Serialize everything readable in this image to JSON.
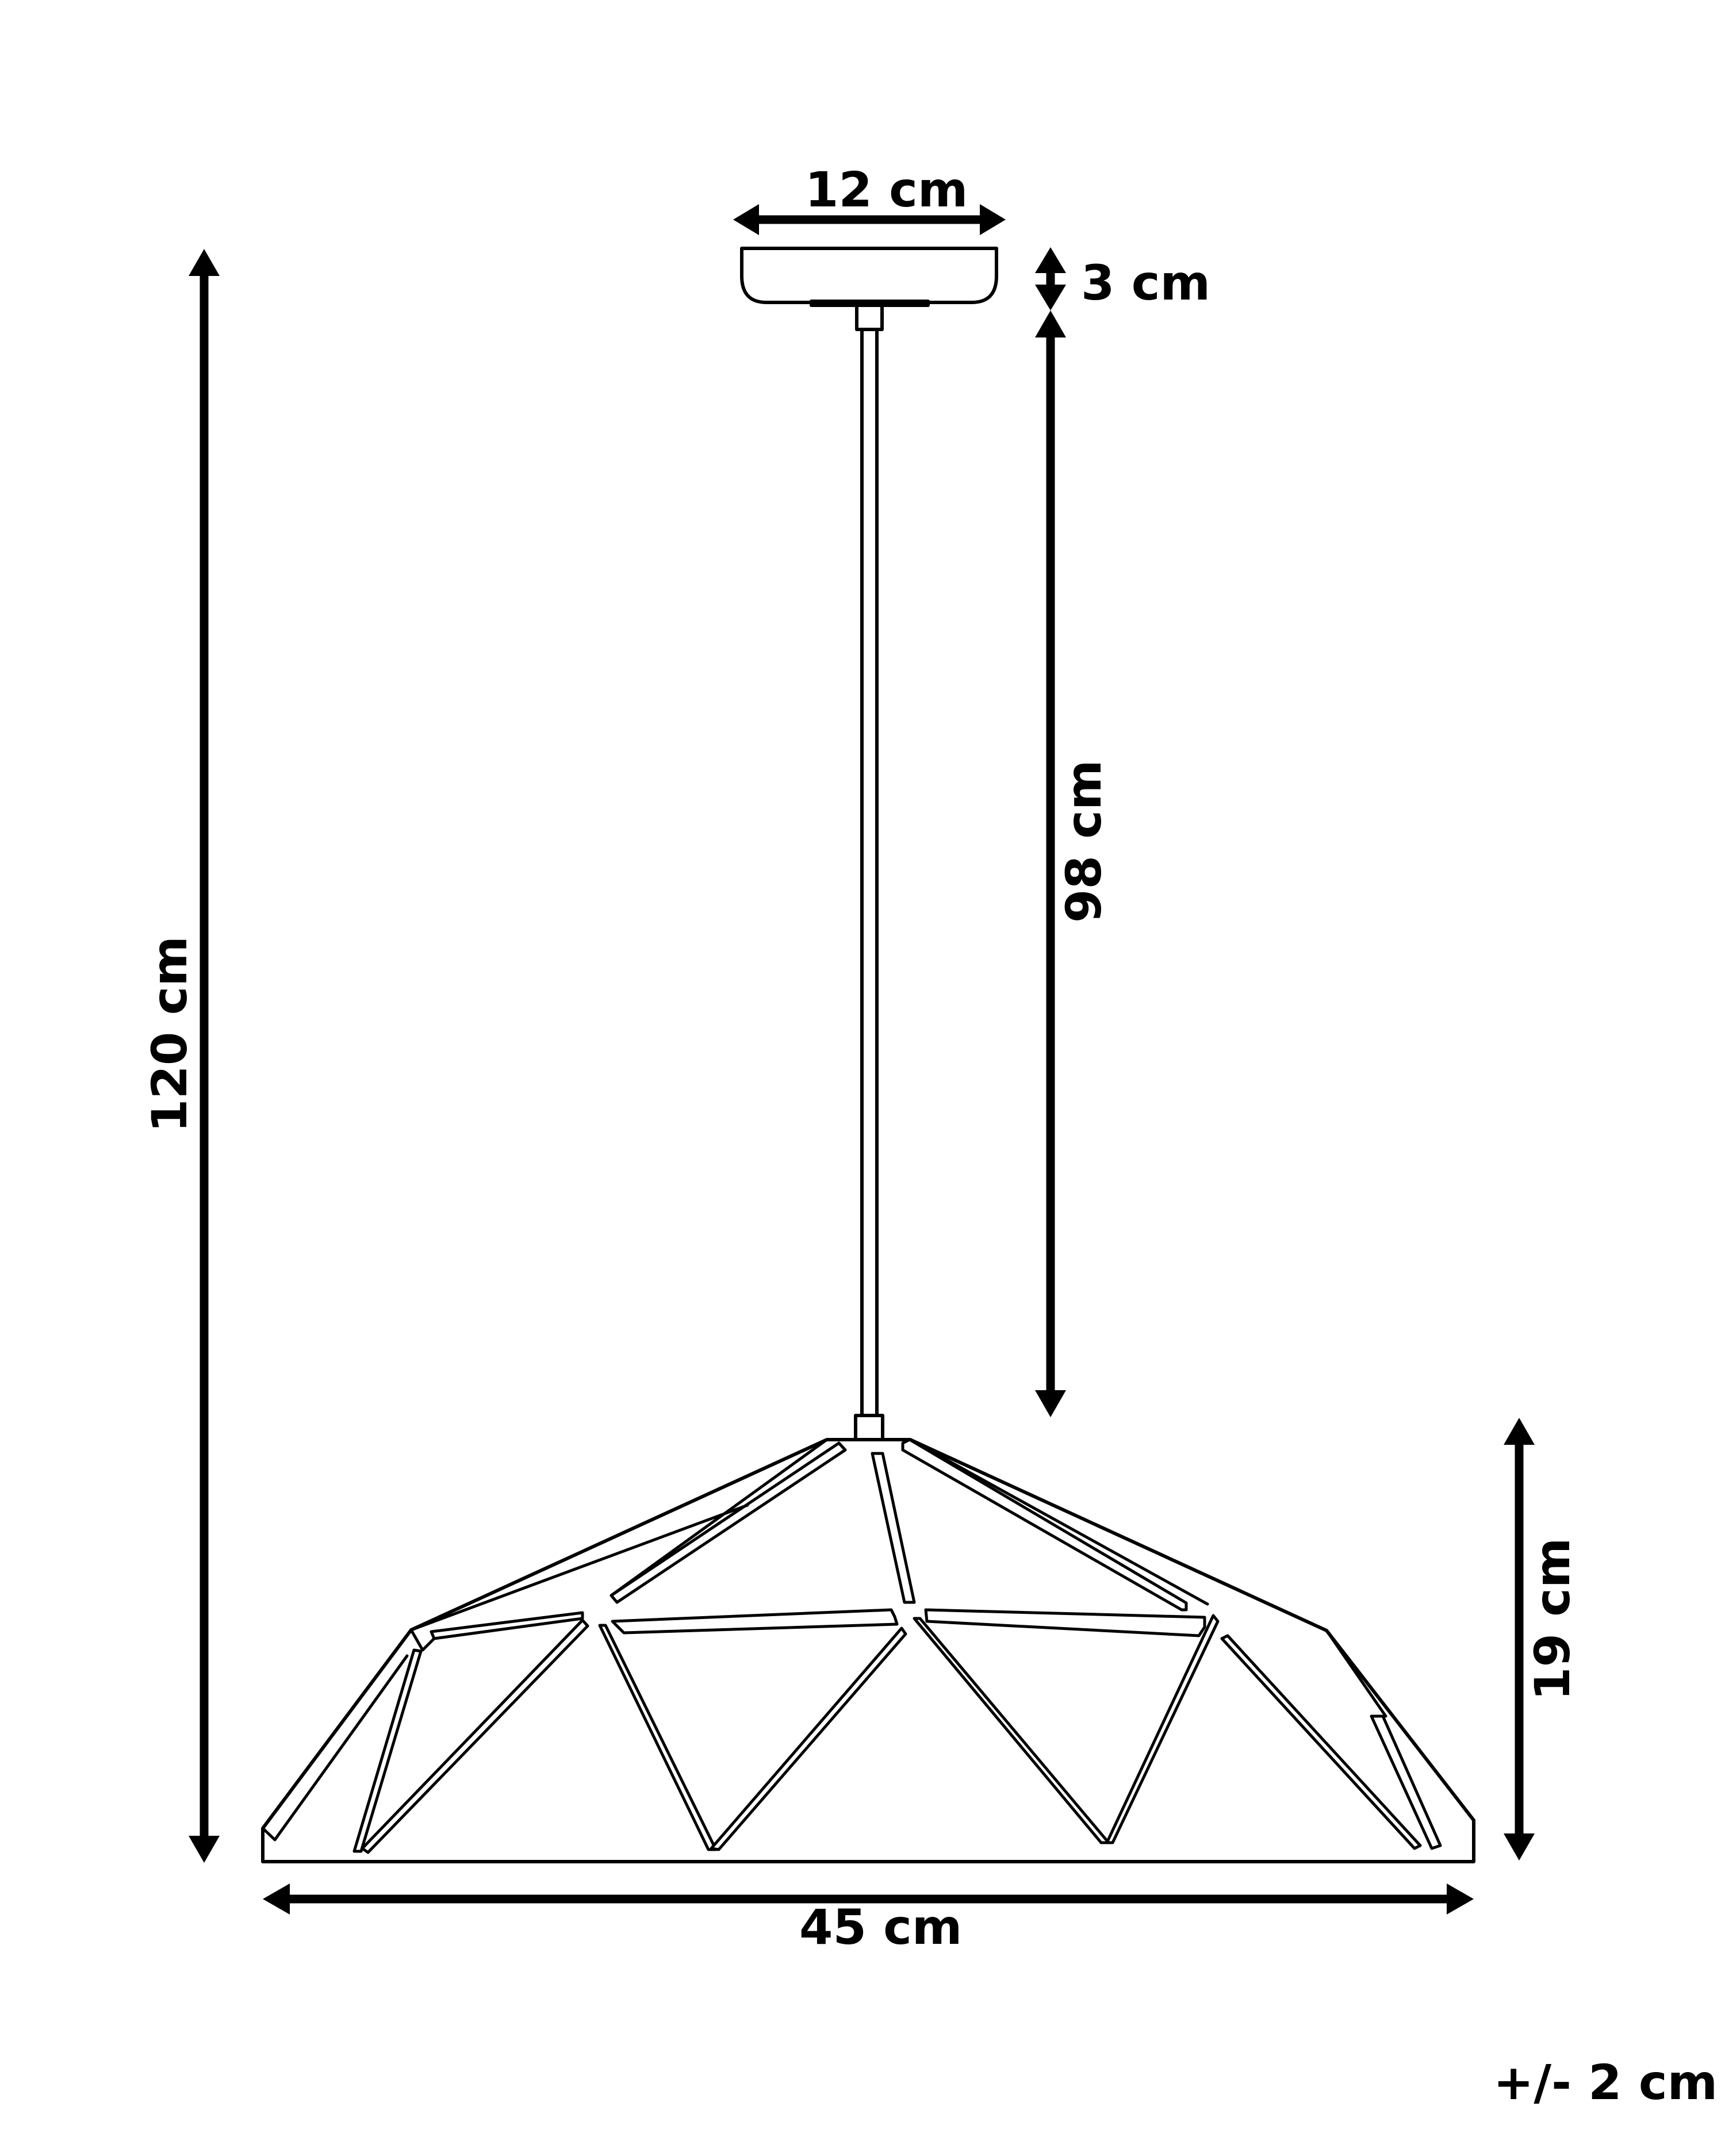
{
  "drawing": {
    "title": "Pendant lamp dimension drawing",
    "colors": {
      "line": "#000000",
      "background": "#ffffff"
    }
  },
  "dimensions": {
    "canopy_width": {
      "value": 12,
      "unit": "cm",
      "label": "12 cm"
    },
    "canopy_height": {
      "value": 3,
      "unit": "cm",
      "label": "3 cm"
    },
    "cable_length": {
      "value": 98,
      "unit": "cm",
      "label": "98 cm"
    },
    "total_height": {
      "value": 120,
      "unit": "cm",
      "label": "120 cm"
    },
    "shade_height": {
      "value": 19,
      "unit": "cm",
      "label": "19 cm"
    },
    "shade_diameter": {
      "value": 45,
      "unit": "cm",
      "label": "45 cm"
    }
  },
  "tolerance": {
    "label": "+/- 2 cm"
  }
}
